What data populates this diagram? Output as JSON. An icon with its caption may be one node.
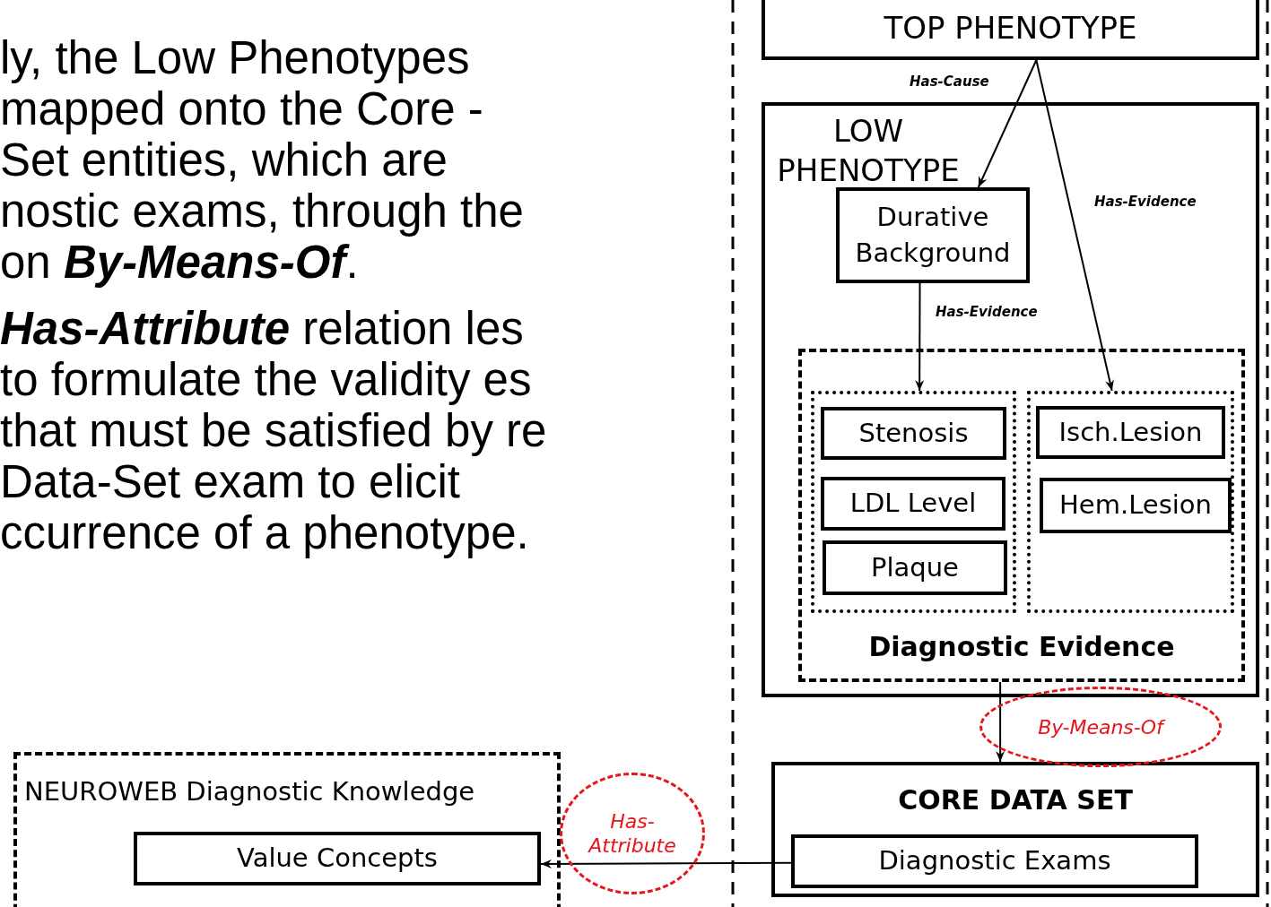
{
  "diagram": {
    "nodes": [
      {
        "text": [
          "TOP PHENOTYPE"
        ]
      },
      {
        "text": [
          "LOW PHENOTYPE"
        ]
      },
      {
        "text": [
          "Durative Background"
        ],
        "in": 1
      },
      {
        "text": [
          "Diagnostic Evidence"
        ],
        "in": 1
      },
      {
        "text": [],
        "shape": "box",
        "in": 3
      },
      {
        "text": [
          "Stenosis"
        ],
        "in": 4
      },
      {
        "text": [
          "LDL Level"
        ],
        "in": 4
      },
      {
        "text": [
          "Plaque"
        ],
        "in": 4
      },
      {
        "text": [],
        "shape": "box",
        "in": 3
      },
      {
        "text": [
          "Isch.Lesion"
        ],
        "in": 8
      },
      {
        "text": [
          "Hem.Lesion"
        ],
        "in": 8
      },
      {
        "text": [
          "CORE DATA SET"
        ]
      },
      {
        "text": [
          "Diagnostic Exams"
        ],
        "in": 11
      },
      {
        "text": [
          "NEUROWEB Diagnostic Knowledge"
        ]
      },
      {
        "text": [
          "Value Concepts"
        ],
        "in": 13
      }
    ],
    "edges": [
      {
        "from": 0,
        "to": 2,
        "arrow": "to",
        "label": "Has-Cause"
      },
      {
        "from": 0,
        "to": 8,
        "arrow": "to",
        "label": "Has-Evidence"
      },
      {
        "from": 2,
        "to": 4,
        "arrow": "to",
        "label": "Has-Evidence"
      },
      {
        "from": 3,
        "to": 11,
        "arrow": "to",
        "label": "By-Means-Of"
      },
      {
        "from": 12,
        "to": 14,
        "arrow": "to",
        "label": "Has-Attribute"
      }
    ],
    "labels": [
      "ly, the Low Phenotypes mapped onto the Core -Set entities, which are nostic exams, through the on **By-Means-Of**.",
      "**Has-Attribute** relation les to formulate the validity es that must be satisfied by re Data-Set exam to elicit ccurrence of a phenotype."
    ]
  }
}
